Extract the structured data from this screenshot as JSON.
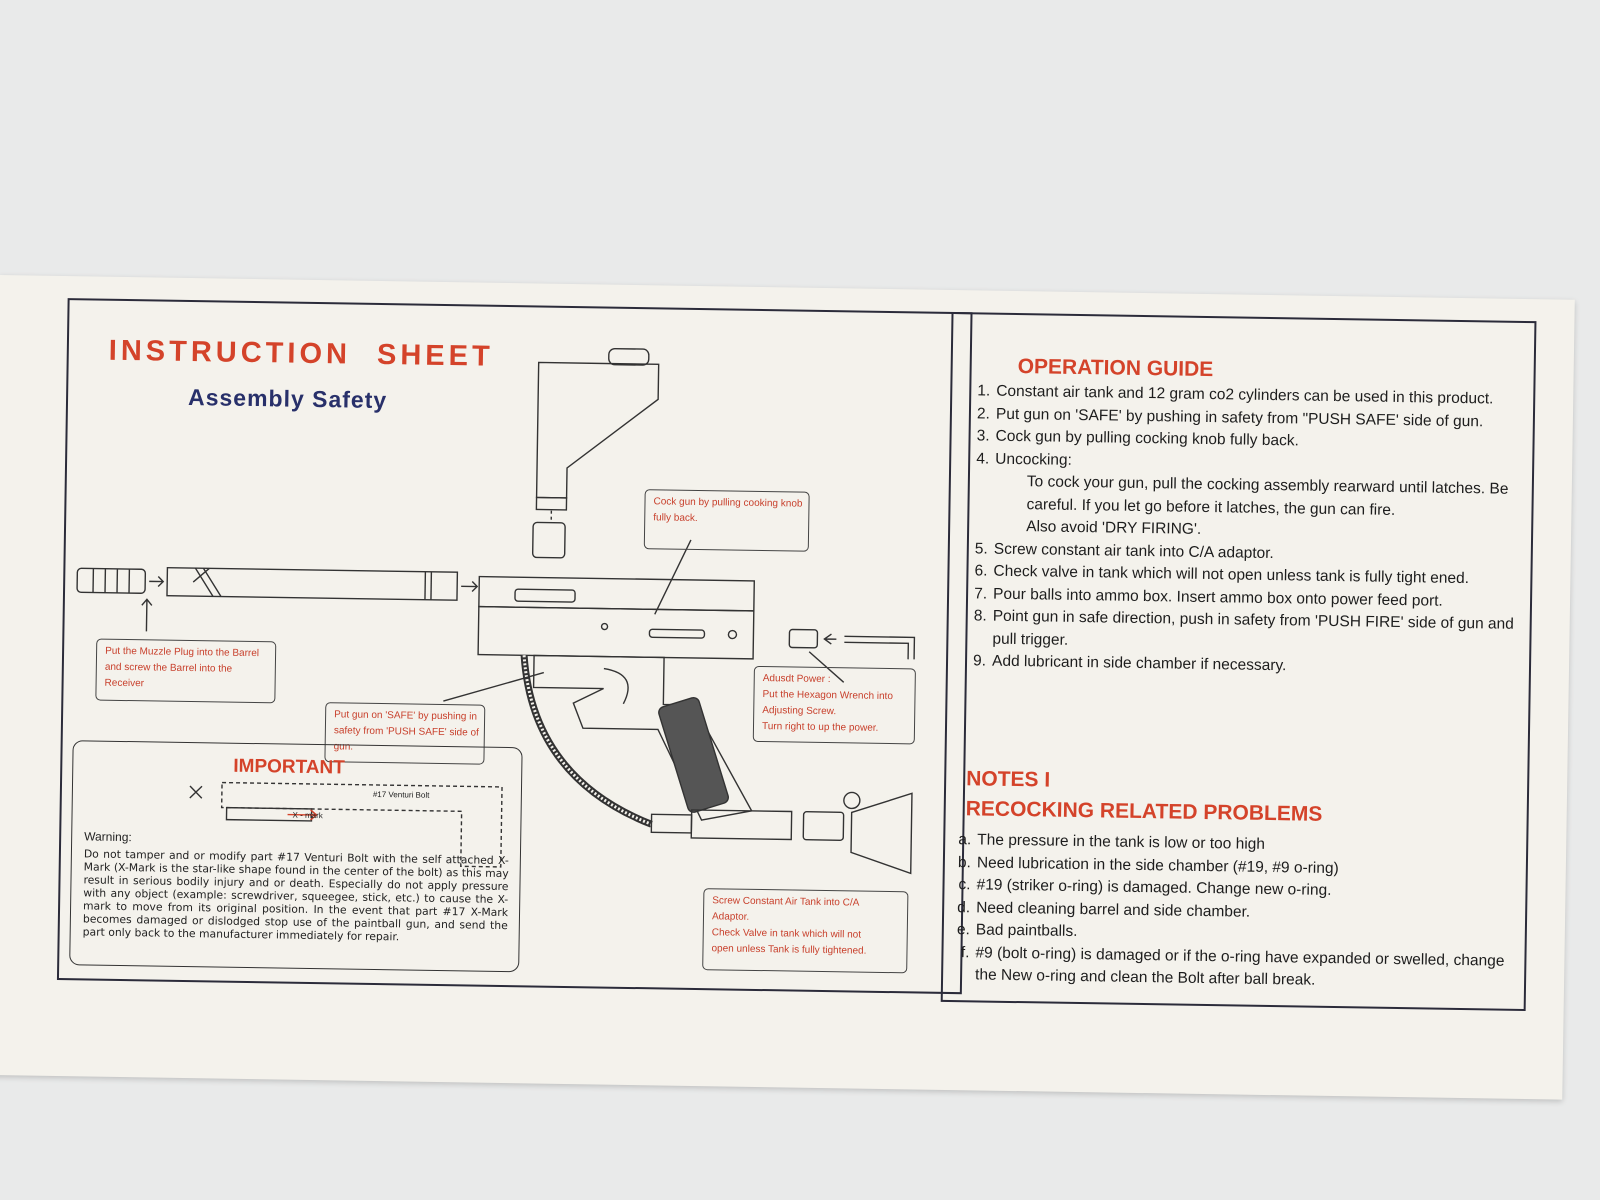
{
  "left": {
    "title": "INSTRUCTION SHEET",
    "subtitle": "Assembly Safety",
    "callouts": {
      "cock": [
        "Cock gun by pulling cooking knob",
        "fully back."
      ],
      "muzzle": [
        "Put the Muzzle Plug into the Barrel",
        "and screw the Barrel into the",
        "Receiver"
      ],
      "safe": [
        "Put gun on 'SAFE' by pushing in",
        "safety from 'PUSH SAFE' side of",
        "gun."
      ],
      "power": [
        "Adusdt Power :",
        "Put the Hexagon Wrench into",
        "Adjusting Screw.",
        "Turn right to up the power."
      ],
      "tank": [
        "Screw Constant Air Tank into C/A",
        "Adaptor.",
        "Check Valve in tank which will not",
        "open unless Tank is fully tightened."
      ]
    },
    "important": {
      "title": "IMPORTANT",
      "venturi_label": "#17 Venturi Bolt",
      "xmark_label": "X - mark",
      "warning_label": "Warning:",
      "warning_text": "Do not tamper and or modify part #17 Venturi Bolt with the self attached X-Mark (X-Mark is the star-like shape found in the center of the bolt) as this may result in serious bodily injury and or death. Especially do not apply pressure with any object (example: screwdriver, squeegee, stick, etc.) to cause the X-mark to move from its original position. In the event that part #17 X-Mark becomes damaged or dislodged stop use of the paintball gun, and send the part only back to the manufacturer immediately for repair."
    }
  },
  "right": {
    "op_title": "OPERATION GUIDE",
    "steps": [
      {
        "num": "1.",
        "text": "Constant air tank and 12 gram co2 cylinders can be used in this product."
      },
      {
        "num": "2.",
        "text": "Put gun on 'SAFE' by pushing in safety from \"PUSH SAFE' side of gun."
      },
      {
        "num": "3.",
        "text": "Cock gun by pulling cocking knob fully back."
      },
      {
        "num": "4.",
        "text": "Uncocking:"
      },
      {
        "num": "",
        "text": "To cock your gun, pull the cocking assembly rearward until latches. Be careful. If you let go before it latches, the gun can fire."
      },
      {
        "num": "",
        "text": "Also avoid 'DRY FIRING'."
      },
      {
        "num": "5.",
        "text": "Screw constant air tank into C/A adaptor."
      },
      {
        "num": "6.",
        "text": "Check valve in tank which will not open unless tank is fully tight ened."
      },
      {
        "num": "7.",
        "text": "Pour balls into ammo box. Insert ammo box onto power feed port."
      },
      {
        "num": "8.",
        "text": "Point gun in safe direction, push in safety from 'PUSH FIRE' side of gun and pull trigger."
      },
      {
        "num": "9.",
        "text": "Add lubricant in side chamber if necessary."
      }
    ],
    "notes_title": "NOTES I",
    "notes_subtitle": "RECOCKING RELATED PROBLEMS",
    "notes": [
      {
        "letter": "a.",
        "text": "The pressure in the tank is low or too high"
      },
      {
        "letter": "b.",
        "text": "Need lubrication in the side chamber (#19, #9 o-ring)"
      },
      {
        "letter": "c.",
        "text": "#19 (striker o-ring) is damaged. Change new o-ring."
      },
      {
        "letter": "d.",
        "text": "Need cleaning barrel and side chamber."
      },
      {
        "letter": "e.",
        "text": "Bad paintballs."
      },
      {
        "letter": "f.",
        "text": "#9 (bolt o-ring) is damaged or if the o-ring have expanded or swelled, change the New o-ring and clean the Bolt after ball break."
      }
    ]
  }
}
